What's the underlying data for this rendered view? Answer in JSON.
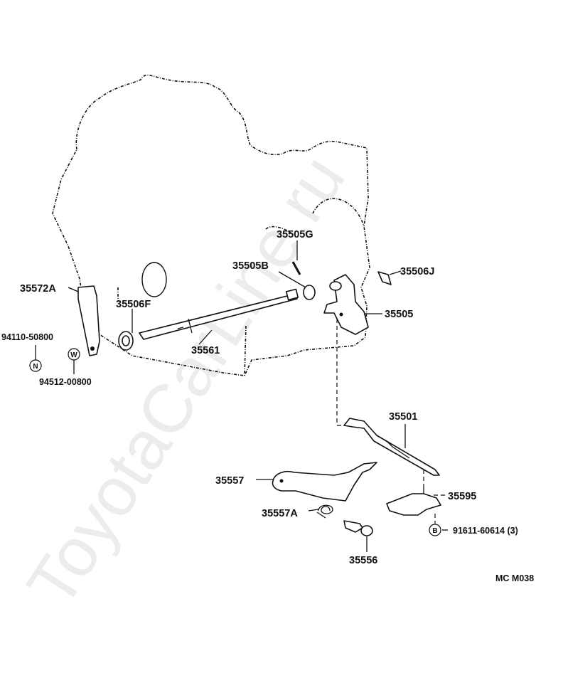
{
  "watermark": "ToyotaCarLine.ru",
  "figure_code": "MC M038",
  "labels": {
    "p35505G": "35505G",
    "p35505B": "35505B",
    "p35506J": "35506J",
    "p35572A": "35572A",
    "p35506F": "35506F",
    "p35505": "35505",
    "p94110": "94110-50800",
    "p35561": "35561",
    "p94512": "94512-00800",
    "p35501": "35501",
    "p35557": "35557",
    "p35595": "35595",
    "p35557A": "35557A",
    "p91611": "91611-60614 (3)",
    "p35556": "35556"
  },
  "symbols": {
    "nut": "N",
    "washer": "W",
    "bolt": "B"
  }
}
